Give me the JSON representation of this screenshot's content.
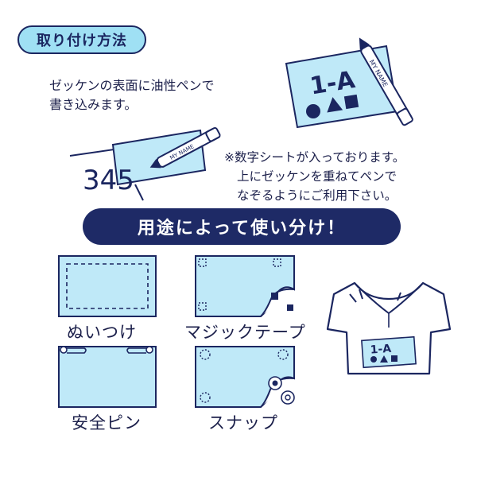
{
  "header": {
    "title": "取り付け方法"
  },
  "instructions": {
    "line1": "ゼッケンの表面に油性ペンで",
    "line2": "書き込みます。"
  },
  "note": {
    "line1": "※数字シートが入っております。",
    "line2": "上にゼッケンを重ねてペンで",
    "line3": "なぞるようにご利用下さい。"
  },
  "illustration": {
    "card_text": "1-A",
    "sheet_digits": "345",
    "pen_label": "MY NAME",
    "shirt_text": "1-A"
  },
  "banner": {
    "title": "用途によって使い分け！"
  },
  "methods": [
    {
      "label": "ぬいつけ",
      "icon": "sewing-icon"
    },
    {
      "label": "マジックテープ",
      "icon": "velcro-icon"
    },
    {
      "label": "安全ピン",
      "icon": "safety-pin-icon"
    },
    {
      "label": "スナップ",
      "icon": "snap-icon"
    }
  ],
  "colors": {
    "card": "#bfe9f8",
    "navy": "#1e2a66",
    "pill": "#9fe0f4"
  }
}
